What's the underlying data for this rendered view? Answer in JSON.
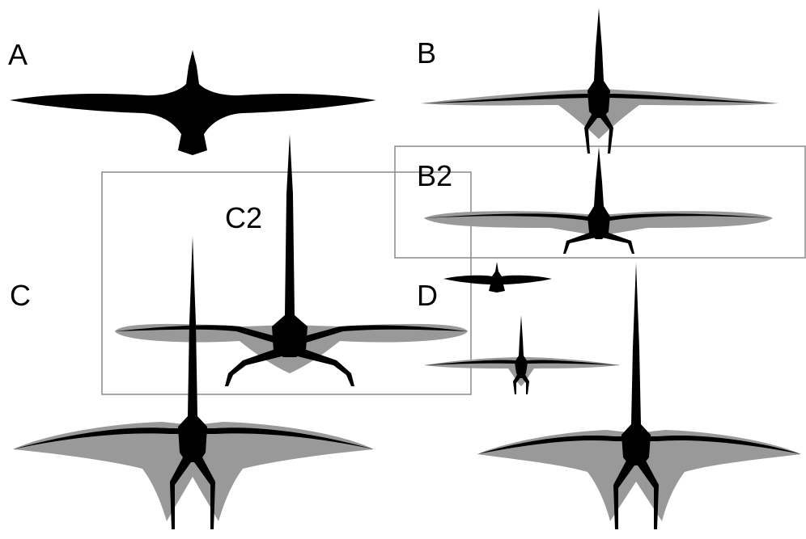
{
  "colors": {
    "silhouette": "#000000",
    "membrane": "#999999",
    "frame": "#8a8a8a",
    "background": "#ffffff"
  },
  "panels": {
    "a": {
      "label": "A"
    },
    "b": {
      "label": "B"
    },
    "b2": {
      "label": "B2"
    },
    "c": {
      "label": "C"
    },
    "c2": {
      "label": "C2"
    },
    "d": {
      "label": "D"
    }
  }
}
